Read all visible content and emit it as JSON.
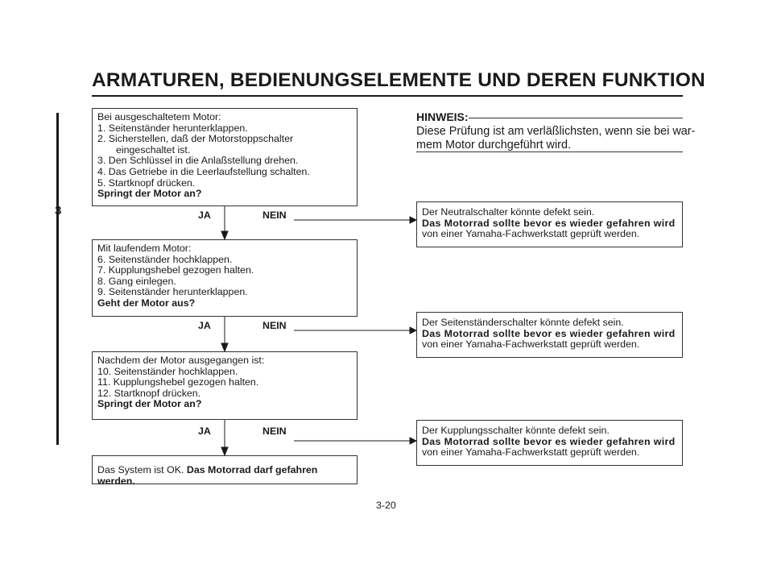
{
  "header": {
    "title": "ARMATUREN, BEDIENUNGSELEMENTE UND DEREN FUNKTION",
    "chapter": "3"
  },
  "hinweis": {
    "heading": "HINWEIS:",
    "lines": [
      "Diese Prüfung ist am verläßlichsten, wenn sie bei war-",
      "mem Motor durchgeführt wird."
    ]
  },
  "steps": [
    {
      "intro": "Bei ausgeschaltetem Motor:",
      "items": [
        "1. Seitenständer herunterklappen.",
        "2. Sicherstellen, daß der Motorstoppschalter",
        "eingeschaltet ist.",
        "3. Den Schlüssel in die Anlaßstellung drehen.",
        "4. Das Getriebe in die Leerlaufstellung schalten.",
        "5. Startknopf drücken."
      ],
      "question": "Springt der Motor an?",
      "yes": "JA",
      "no": "NEIN"
    },
    {
      "intro": "Mit laufendem Motor:",
      "items": [
        "6. Seitenständer hochklappen.",
        "7. Kupplungshebel gezogen halten.",
        "8. Gang einlegen.",
        "9. Seitenständer herunterklappen."
      ],
      "question": "Geht der Motor aus?",
      "yes": "JA",
      "no": "NEIN"
    },
    {
      "intro": "Nachdem der Motor ausgegangen ist:",
      "items": [
        "10. Seitenständer hochklappen.",
        "11. Kupplungshebel gezogen halten.",
        "12. Startknopf drücken."
      ],
      "question": "Springt der Motor an?",
      "yes": "JA",
      "no": "NEIN"
    }
  ],
  "result": {
    "prefix": "Das System ist OK.",
    "bold": "Das Motorrad darf gefahren werden."
  },
  "faults": [
    {
      "line1": "Der Neutralschalter könnte defekt sein.",
      "line2": "Das Motorrad sollte bevor es wieder gefahren wird",
      "line3": "von einer Yamaha-Fachwerkstatt geprüft werden."
    },
    {
      "line1": "Der Seitenständerschalter könnte defekt sein.",
      "line2": "Das Motorrad sollte bevor es wieder gefahren wird",
      "line3": "von einer Yamaha-Fachwerkstatt geprüft werden."
    },
    {
      "line1": "Der Kupplungsschalter könnte defekt sein.",
      "line2": "Das Motorrad sollte bevor es wieder gefahren wird",
      "line3": "von einer Yamaha-Fachwerkstatt geprüft werden."
    }
  ],
  "footer": {
    "page": "3-20"
  }
}
